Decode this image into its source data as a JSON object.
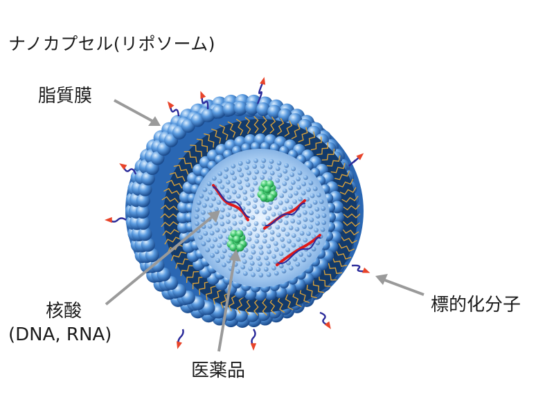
{
  "title": "ナノカプセル(リポソーム)",
  "labels": {
    "lipid_membrane": "脂質膜",
    "targeting_molecule": "標的化分子",
    "nucleic_acid": "核酸",
    "nucleic_acid_examples": "(DNA, RNA)",
    "drug": "医薬品"
  },
  "colors": {
    "sphere_light": "#cfe6ff",
    "sphere_mid": "#4d90dc",
    "sphere_dark": "#1c4f93",
    "lipid_tail": "#d9a13a",
    "dark_band": "#123a6b",
    "drug_green": "#3ec66b",
    "nucleic_red": "#e01818",
    "nucleic_blue": "#2a2a9a",
    "arrow_gray": "#9a9a9a",
    "tip_red": "#e8442a"
  }
}
